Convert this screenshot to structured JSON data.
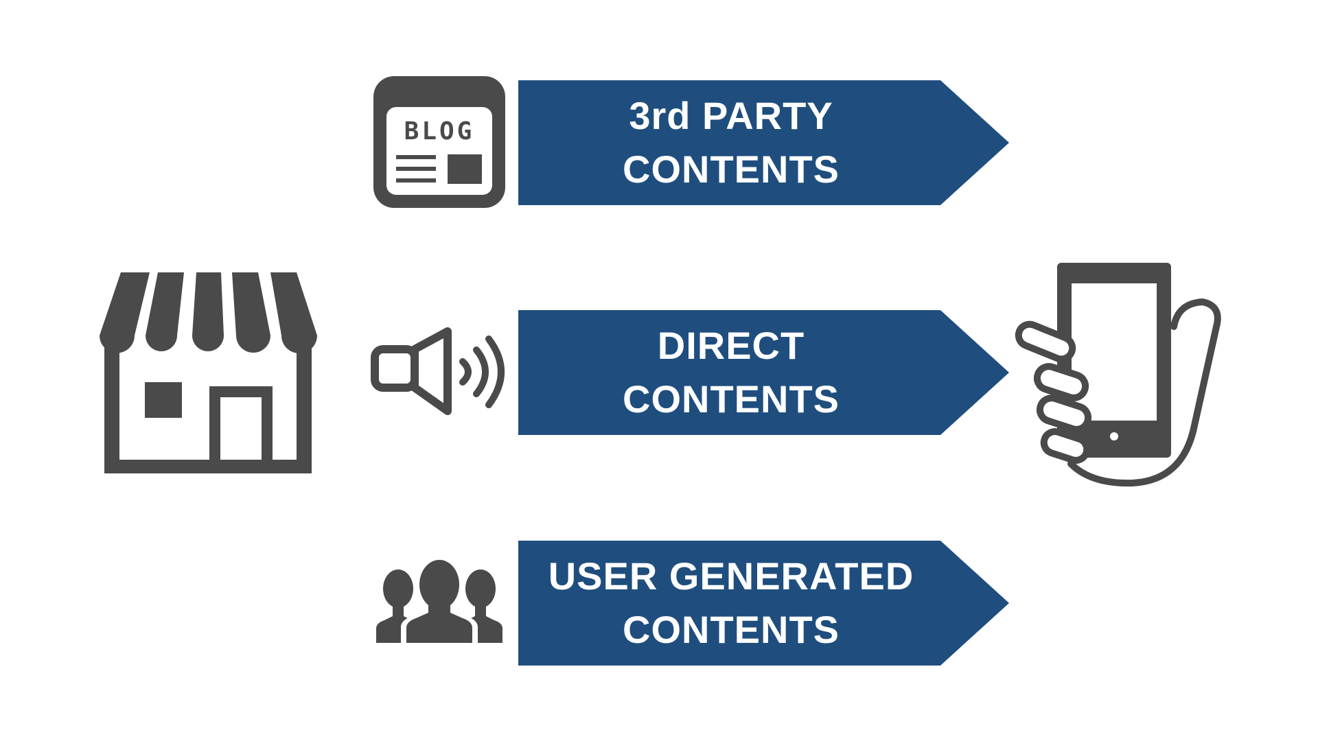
{
  "colors": {
    "arrow_fill": "#1f4e7e",
    "icon_fill": "#4a4a4a",
    "background": "#ffffff",
    "label_text": "#ffffff"
  },
  "icons": {
    "source": "storefront-icon",
    "destination": "smartphone-in-hand-icon",
    "channels": [
      "blog-icon",
      "megaphone-icon",
      "user-group-icon"
    ]
  },
  "blog_icon_text": "BLOG",
  "channels": [
    {
      "line1": "3rd PARTY",
      "line2": "CONTENTS"
    },
    {
      "line1": "DIRECT",
      "line2": "CONTENTS"
    },
    {
      "line1": "USER GENERATED",
      "line2": "CONTENTS"
    }
  ]
}
